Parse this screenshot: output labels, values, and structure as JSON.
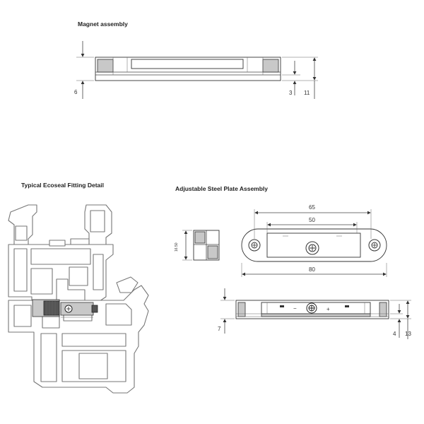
{
  "sections": {
    "magnet": {
      "title": "Magnet assembly",
      "dims": {
        "height_left": "6",
        "height_mid": "3",
        "height_right": "11"
      }
    },
    "ecoseal": {
      "title": "Typical Ecoseal Fitting Detail"
    },
    "steel_plate": {
      "title": "Adjustable Steel Plate Assembly",
      "dims": {
        "outer_hole": "65",
        "inner_hole": "50",
        "length": "80",
        "side_height": "16.50",
        "left_height": "7",
        "mid_height": "4",
        "right_height": "13"
      },
      "adjust_minus": "−",
      "adjust_plus": "+"
    }
  },
  "colors": {
    "line": "#444444",
    "fill_grey": "#c8c8c8",
    "profile": "#777777"
  }
}
